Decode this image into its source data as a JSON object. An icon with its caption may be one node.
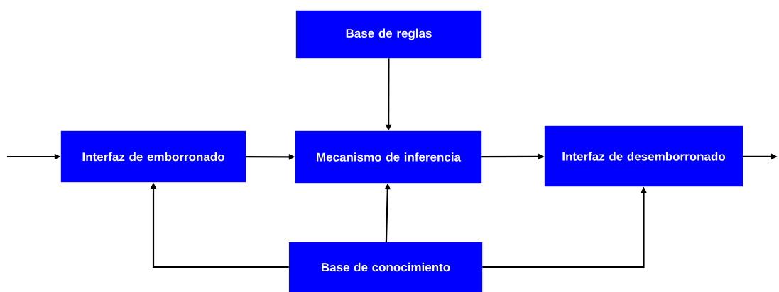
{
  "diagram": {
    "nodes": [
      {
        "text": [
          "Base de reglas"
        ]
      },
      {
        "text": [
          "Interfaz de emborronado"
        ]
      },
      {
        "text": [
          "Mecanismo de inferencia"
        ]
      },
      {
        "text": [
          "Interfaz de desemborronado"
        ]
      },
      {
        "text": [
          "Base de conocimiento"
        ]
      }
    ],
    "edges": [
      {
        "from": null,
        "to": 1,
        "arrow": "to"
      },
      {
        "from": 1,
        "to": 2,
        "arrow": "to"
      },
      {
        "from": 2,
        "to": 3,
        "arrow": "to"
      },
      {
        "from": 3,
        "to": null,
        "arrow": "to"
      },
      {
        "from": 0,
        "to": 2,
        "arrow": "to"
      },
      {
        "from": 4,
        "to": 2,
        "arrow": "to"
      },
      {
        "from": 4,
        "to": 1,
        "arrow": "to"
      },
      {
        "from": 4,
        "to": 3,
        "arrow": "to"
      }
    ]
  }
}
